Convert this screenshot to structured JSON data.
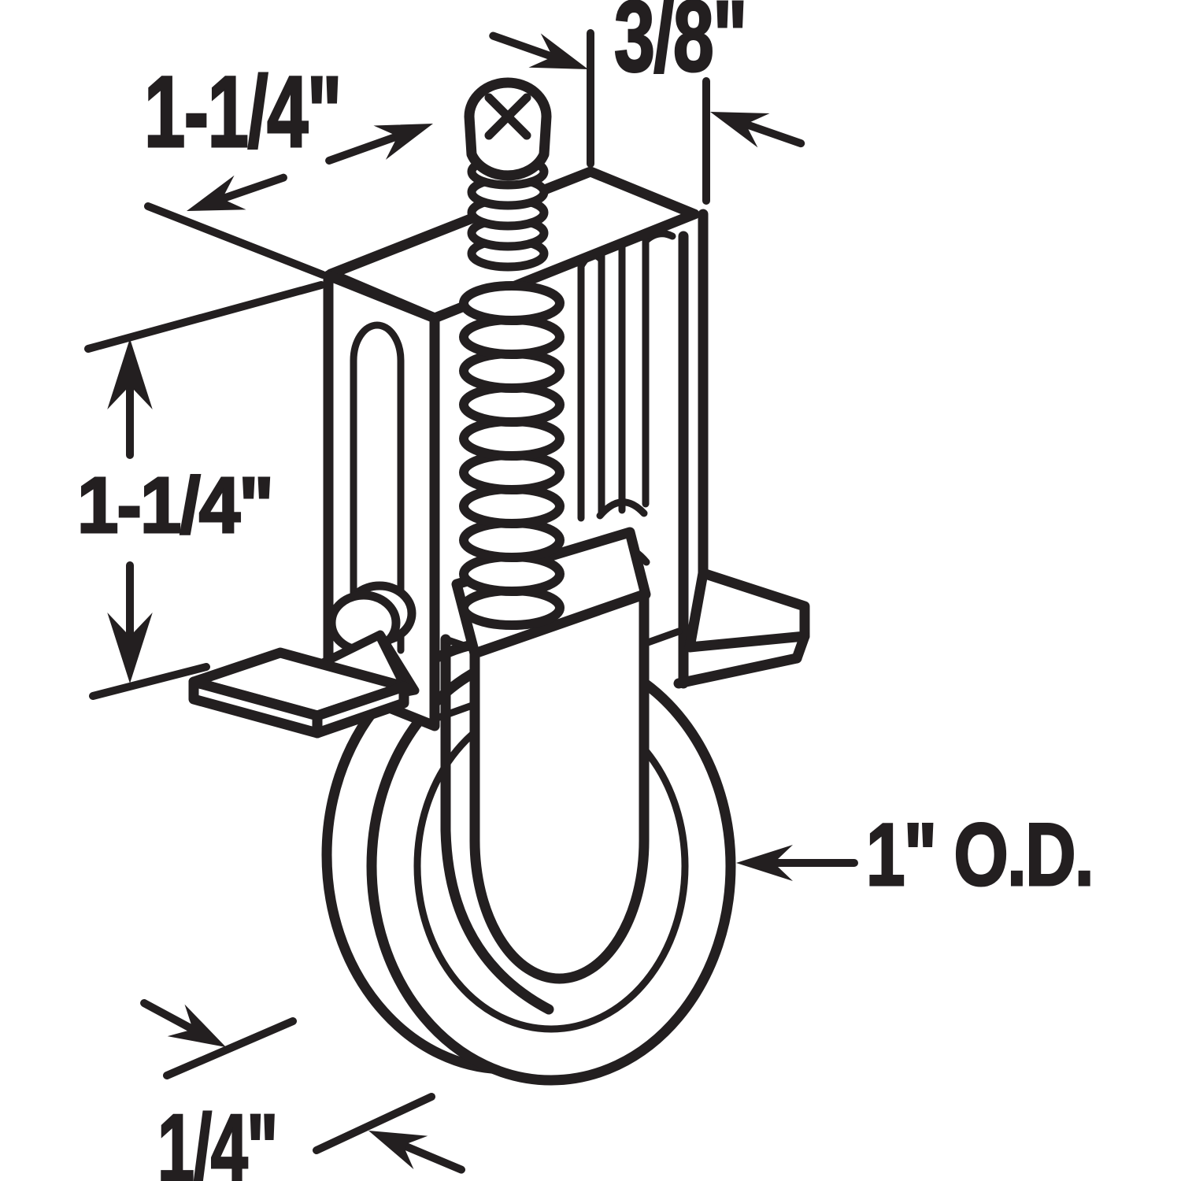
{
  "page": {
    "background": "#ffffff",
    "ink_color": "#231f20",
    "description": "Black and white technical line drawing of a spring-tension sliding screen door roller assembly with dimension callouts"
  },
  "dimensions": {
    "bracket_depth": {
      "label": "1-1/4\""
    },
    "screw_offset": {
      "label": "3/8\""
    },
    "bracket_height": {
      "label": "1-1/4\""
    },
    "wheel_outer_diameter": {
      "label": "1\" O.D."
    },
    "wheel_width": {
      "label": "1/4\""
    }
  },
  "parts": {
    "bracket_frame": "slotted housing bracket",
    "tension_screw": "phillips adjustment screw",
    "coil_spring": "tension spring",
    "roller_carrier": "roller carrier yoke",
    "roller_wheel": "1 inch grooved wheel",
    "mounting_tab_left": "front mounting tab",
    "mounting_tab_right": "rear mounting tab",
    "slot_pin": "guide pin",
    "latch_tab": "latch tab"
  }
}
